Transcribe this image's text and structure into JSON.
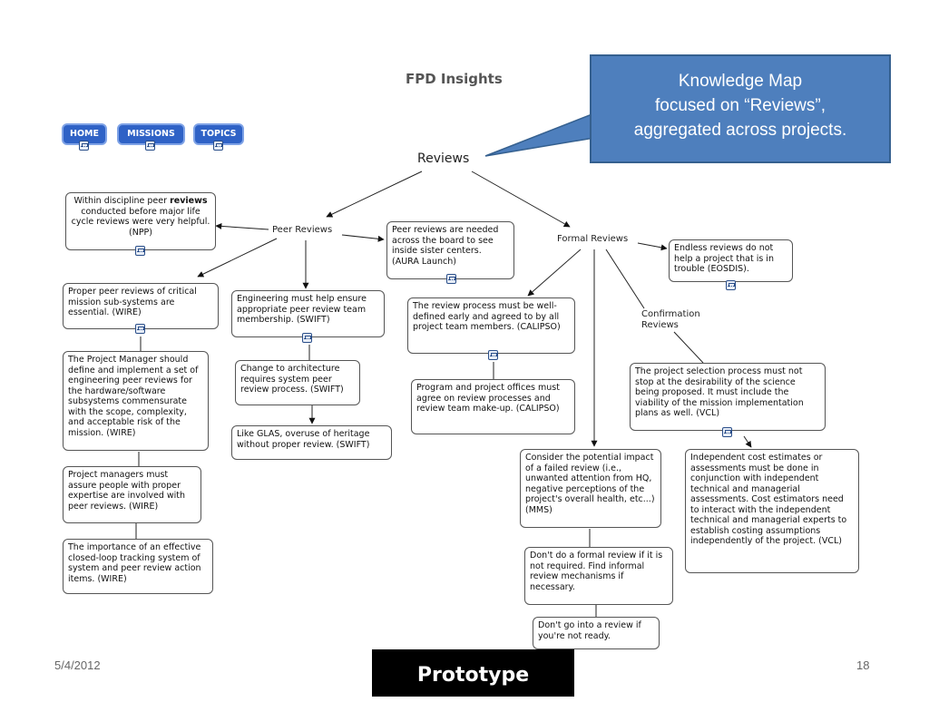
{
  "header": {
    "title": "FPD Insights"
  },
  "nav": [
    {
      "label": "HOME"
    },
    {
      "label": "MISSIONS"
    },
    {
      "label": "TOPICS"
    }
  ],
  "callout": {
    "lines": [
      "Knowledge Map",
      "focused on “Reviews”,",
      "aggregated across projects."
    ]
  },
  "map": {
    "root": "Reviews",
    "peer_reviews_label": "Peer Reviews",
    "formal_reviews_label": "Formal Reviews",
    "confirmation_reviews_label": "Confirmation Reviews",
    "npp": {
      "pre": "Within discipline peer",
      "bold": "reviews",
      "post": "conducted before major life cycle reviews were very helpful.  (NPP)"
    },
    "aura": "Peer reviews are needed across the board to see inside sister centers. (AURA Launch)",
    "wire1": "Proper peer reviews of critical mission sub-systems are essential. (WIRE)",
    "wire2": "The Project Manager should define and implement a set of engineering peer reviews for the hardware/software subsystems commensurate with the scope, complexity, and acceptable risk of the mission. (WIRE)",
    "wire3": "Project managers must assure people with proper expertise are involved with peer reviews. (WIRE)",
    "wire4": "The importance of an effective closed-loop tracking system of system and peer review action items. (WIRE)",
    "swift1": "Engineering must help ensure appropriate peer review team membership. (SWIFT)",
    "swift2": "Change to architecture requires system peer review process. (SWIFT)",
    "swift3": "Like GLAS, overuse of heritage without proper review. (SWIFT)",
    "calipso1": "The review process must be well-defined early and agreed to by all project team members. (CALIPSO)",
    "calipso2": "Program and project offices must agree on review processes and review team make-up. (CALIPSO)",
    "eosdis": "Endless reviews do not help a project that is in trouble (EOSDIS).",
    "mms": "Consider the potential impact of a failed review (i.e., unwanted attention from HQ, negative perceptions of the project's overall health, etc...) (MMS)",
    "formal_not_required": "Don't do a formal review if it is not required.  Find informal review mechanisms if necessary.",
    "not_ready": "Don't go into a review if you're not ready.",
    "vcl1": "The project selection process must not stop at the desirability of the science being proposed.  It must include the viability of the mission implementation plans as well. (VCL)",
    "vcl2": "Independent cost estimates or assessments must be done in conjunction with independent technical and managerial assessments.  Cost estimators need to interact with the independent technical and managerial experts to establish costing assumptions independently of the project. (VCL)"
  },
  "footer": {
    "date": "5/4/2012",
    "stamp": "Prototype",
    "page": "18"
  }
}
